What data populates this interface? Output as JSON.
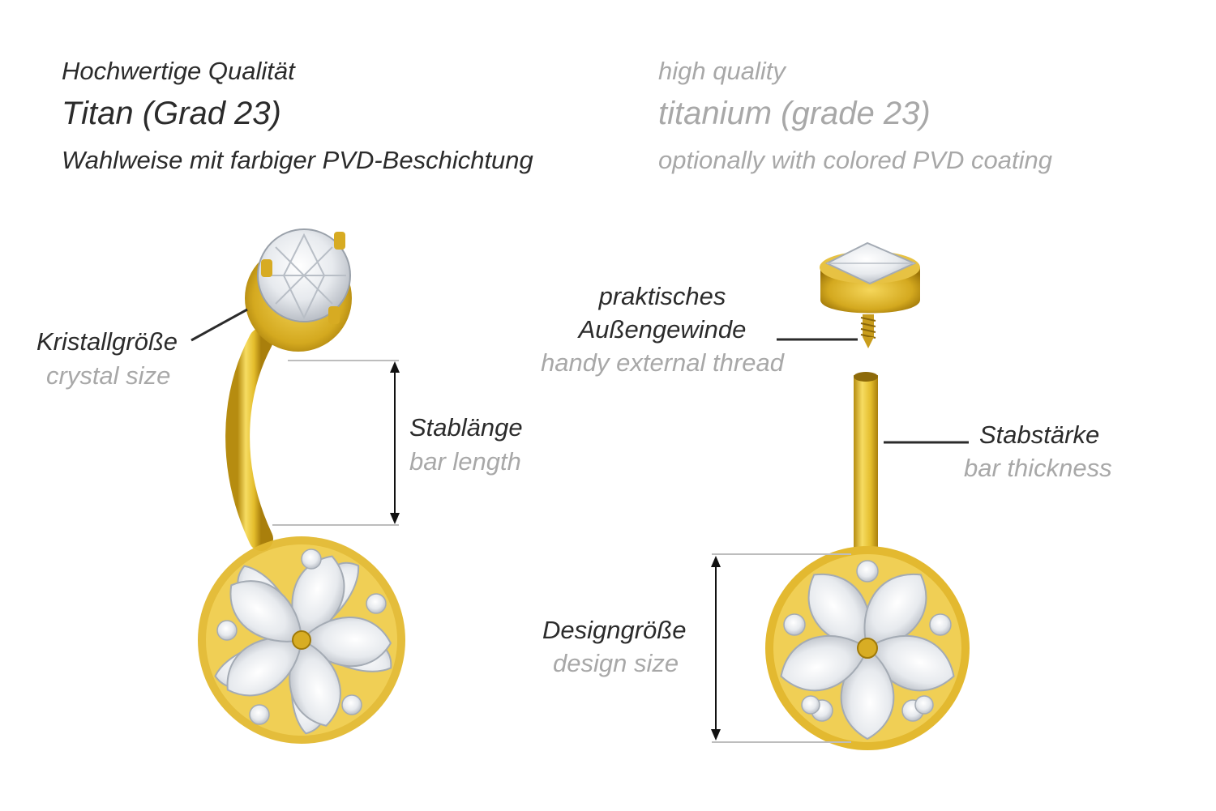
{
  "header": {
    "de": {
      "quality": "Hochwertige Qualität",
      "material": "Titan (Grad 23)",
      "coating": "Wahlweise mit farbiger PVD-Beschichtung"
    },
    "en": {
      "quality": "high quality",
      "material": "titanium (grade 23)",
      "coating": "optionally with colored PVD coating"
    }
  },
  "labels": {
    "crystal_size": {
      "de": "Kristallgröße",
      "en": "crystal size"
    },
    "bar_length": {
      "de": "Stablänge",
      "en": "bar length"
    },
    "thread": {
      "de_line1": "praktisches",
      "de_line2": "Außengewinde",
      "en": "handy external thread"
    },
    "bar_thickness": {
      "de": "Stabstärke",
      "en": "bar thickness"
    },
    "design_size": {
      "de": "Designgröße",
      "en": "design size"
    }
  },
  "colors": {
    "gold": "#e0b92a",
    "gold_dark": "#b08a12",
    "crystal": "#eef0f2",
    "text_dark": "#2b2b2b",
    "text_light": "#a8a8a8"
  }
}
